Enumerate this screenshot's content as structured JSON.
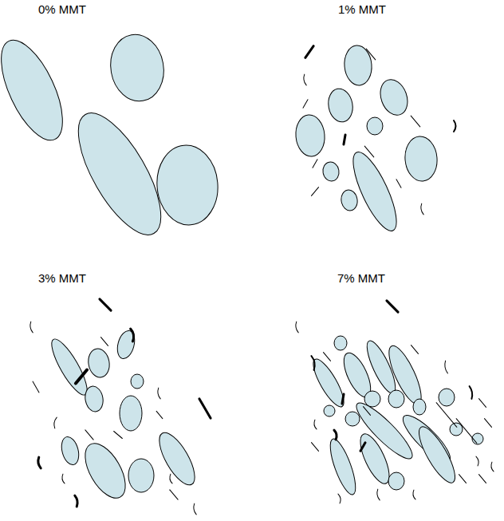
{
  "diagram": {
    "labels": [
      "0% MMT",
      "1% MMT",
      "3% MMT",
      "7% MMT"
    ]
  }
}
